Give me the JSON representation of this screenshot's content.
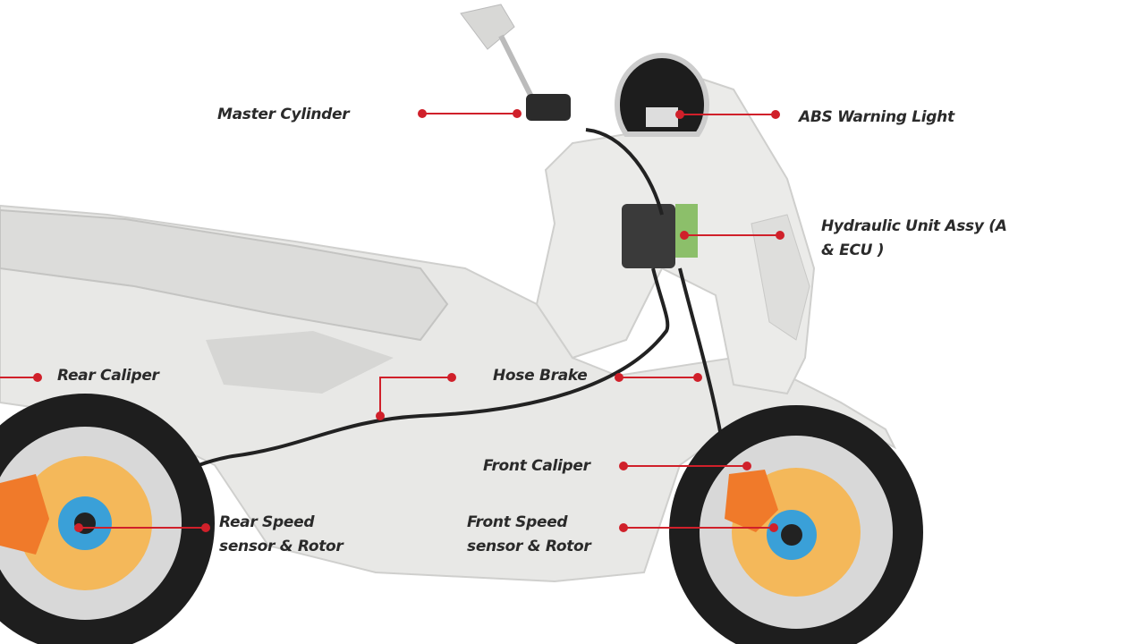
{
  "title": "Scooter ABS component layout",
  "colors": {
    "accent": "#d0202a",
    "body": "#e6e6e4",
    "caliper": "#f07a2a",
    "rotor": "#f4b85a",
    "tire": "#1e1e1e"
  },
  "labels": {
    "master_cylinder": "Master Cylinder",
    "abs_warning_light": "ABS Warning Light",
    "hydraulic_unit_line1": "Hydraulic Unit Assy (A",
    "hydraulic_unit_line2": "& ECU )",
    "rear_caliper": "Rear Caliper",
    "hose_brake": "Hose Brake",
    "front_caliper": "Front Caliper",
    "rear_speed_line1": "Rear  Speed",
    "rear_speed_line2": "sensor & Rotor",
    "front_speed_line1": "Front Speed",
    "front_speed_line2": "sensor & Rotor"
  }
}
